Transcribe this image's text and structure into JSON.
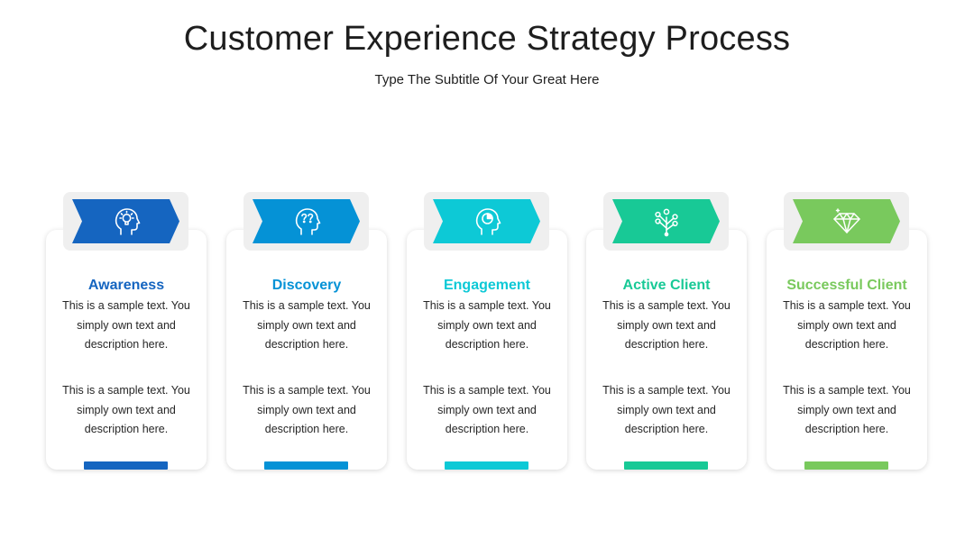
{
  "header": {
    "title": "Customer Experience Strategy Process",
    "subtitle": "Type The Subtitle Of Your Great Here"
  },
  "steps": [
    {
      "title": "Awareness",
      "color": "#1565C0",
      "icon": "head-lightbulb-icon",
      "text1": "This is a sample text. You simply own text and description here.",
      "text2": "This is a sample text. You simply own text and description here."
    },
    {
      "title": "Discovery",
      "color": "#0592D6",
      "icon": "head-question-icon",
      "text1": "This is a sample text. You simply own text and description here.",
      "text2": "This is a sample text. You simply own text and description here."
    },
    {
      "title": "Engagement",
      "color": "#0DC9D6",
      "icon": "head-pie-chart-icon",
      "text1": "This is a sample text. You simply own text and description here.",
      "text2": "This is a sample text. You simply own text and description here."
    },
    {
      "title": "Active Client",
      "color": "#18C996",
      "icon": "money-tree-icon",
      "text1": "This is a sample text. You simply own text and description here.",
      "text2": "This is a sample text. You simply own text and description here."
    },
    {
      "title": "Successful Client",
      "color": "#79C95D",
      "icon": "diamond-icon",
      "text1": "This is a sample text. You simply own text and description here.",
      "text2": "This is a sample text. You simply own text and description here."
    }
  ]
}
